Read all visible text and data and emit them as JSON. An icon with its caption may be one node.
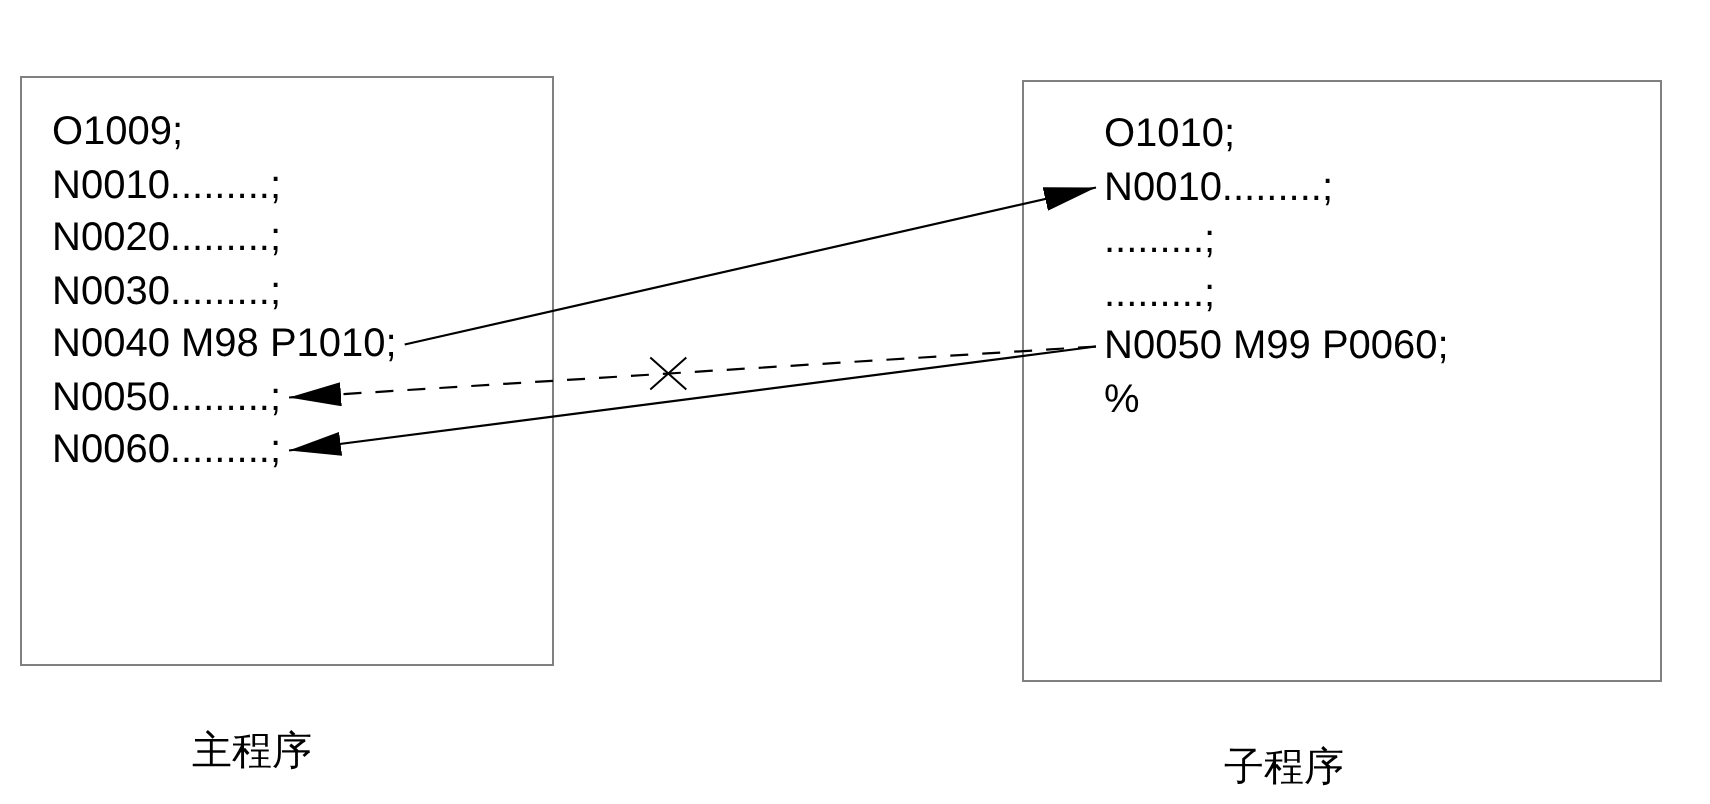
{
  "diagram": {
    "nodes": [
      {
        "text": [],
        "shape": "box",
        "beside": [
          "主程序"
        ]
      },
      {
        "text": [
          "O1009;"
        ],
        "in": 0
      },
      {
        "text": [
          "N0010.........;"
        ],
        "in": 0
      },
      {
        "text": [
          "N0020.........;"
        ],
        "in": 0
      },
      {
        "text": [
          "N0030.........;"
        ],
        "in": 0
      },
      {
        "text": [
          "N0040 M98 P1010;"
        ],
        "in": 0
      },
      {
        "text": [
          "N0050.........;"
        ],
        "in": 0
      },
      {
        "text": [
          "N0060.........;"
        ],
        "in": 0
      },
      {
        "text": [],
        "shape": "box",
        "beside": [
          "子程序"
        ]
      },
      {
        "text": [
          "O1010;"
        ],
        "in": 8
      },
      {
        "text": [
          "N0010.........;"
        ],
        "in": 8
      },
      {
        "text": [
          ".........;"
        ],
        "in": 8
      },
      {
        "text": [
          ".........;"
        ],
        "in": 8
      },
      {
        "text": [
          "N0050 M99 P0060;"
        ],
        "in": 8
      },
      {
        "text": [
          "%"
        ],
        "in": 8
      }
    ],
    "edges": [
      {
        "from": 5,
        "to": 10,
        "arrow": "to"
      },
      {
        "from": 13,
        "to": 6,
        "arrow": "to",
        "style": "dashed"
      },
      {
        "from": 13,
        "to": 7,
        "arrow": "to"
      }
    ]
  }
}
